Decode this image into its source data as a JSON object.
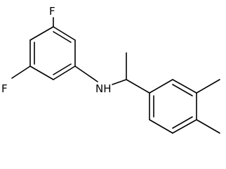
{
  "molecule": {
    "atoms": {
      "fluorine_top": "F",
      "fluorine_left": "F",
      "amine": "NH"
    }
  }
}
